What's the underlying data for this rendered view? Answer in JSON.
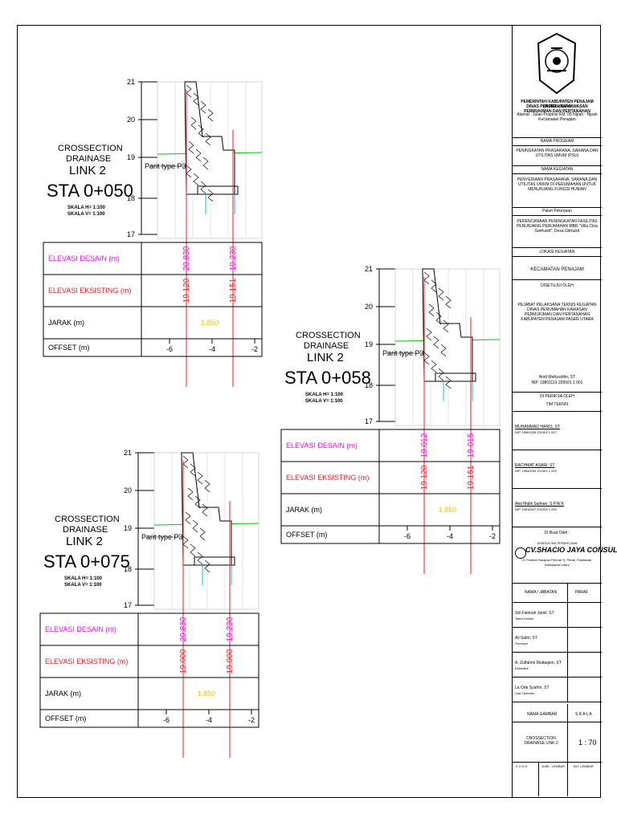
{
  "sections": [
    {
      "title1": "CROSSECTION",
      "title2": "DRAINASE",
      "link": "LINK 2",
      "sta": "STA 0+050",
      "skala_h": "SKALA H= 1:100",
      "skala_v": "SKALA V= 1:100",
      "part": "Parit type P3",
      "y_ticks": [
        "21",
        "20",
        "19",
        "18",
        "17"
      ],
      "desain": [
        "20.830",
        "19.230"
      ],
      "eksisting": [
        "19.120",
        "19.151"
      ],
      "jarak": "1.850",
      "offset_ticks": [
        "-6",
        "-4",
        "-2"
      ],
      "rows": {
        "desain": "ELEVASI DESAIN (m)",
        "eksisting": "ELEVASI EKSISTING (m)",
        "jarak": "JARAK (m)",
        "offset": "OFFSET (m)"
      }
    },
    {
      "title1": "CROSSECTION",
      "title2": "DRAINASE",
      "link": "LINK 2",
      "sta": "STA 0+058",
      "skala_h": "SKALA H= 1:100",
      "skala_v": "SKALA V= 1:100",
      "part": "Parit type P3",
      "y_ticks": [
        "21",
        "20",
        "19",
        "18",
        "17"
      ],
      "desain": [
        "19.012",
        "19.015"
      ],
      "eksisting": [
        "19.120",
        "19.151"
      ],
      "jarak": "1.850",
      "offset_ticks": [
        "-6",
        "-4",
        "-2"
      ],
      "rows": {
        "desain": "ELEVASI DESAIN (m)",
        "eksisting": "ELEVASI EKSISTING (m)",
        "jarak": "JARAK (m)",
        "offset": "OFFSET (m)"
      }
    },
    {
      "title1": "CROSSECTION",
      "title2": "DRAINASE",
      "link": "LINK 2",
      "sta": "STA 0+075",
      "skala_h": "SKALA H= 1:100",
      "skala_v": "SKALA V= 1:100",
      "part": "Parit type P3",
      "y_ticks": [
        "21",
        "20",
        "19",
        "18",
        "17"
      ],
      "desain": [
        "20.830",
        "19.230"
      ],
      "eksisting": [
        "19.000",
        "19.000"
      ],
      "jarak": "1.850",
      "offset_ticks": [
        "-6",
        "-4",
        "-2"
      ],
      "rows": {
        "desain": "ELEVASI DESAIN (m)",
        "eksisting": "ELEVASI EKSISTING (m)",
        "jarak": "JARAK (m)",
        "offset": "OFFSET (m)"
      }
    }
  ],
  "title_block": {
    "agency1": "PEMERINTAH KABUPATEN PENAJAM PASER UTARA",
    "agency2": "DINAS PERUMAHAN KAWASAN PERMUKIMAN DAN PERTANAHAN",
    "address": "Alamat : Jalan Propinsi KM. 09 Nipah - Nipah",
    "address2": "Kecamatan Penajam",
    "nama_program_h": "NAMA PROGRAM",
    "nama_program": "PENINGKATAN PRASARANA, SARANA DAN UTILITAS UMUM (PSU)",
    "nama_kegiatan_h": "NAMA KEGIATAN",
    "nama_kegiatan": "PENYEDIAAN PRASARANA, SARANA DAN UTILITAS UMUM DI PERUMAHAN UNTUK MENUNJANG FUNGSI HUNIAN",
    "paket_h": "Paket Pekerjaan",
    "paket": "PERENCANAAN PENINGKATAN FASILITAS PENUNJANG PERUMAHAN MBR \"Villa Citra Gelmukit\", Desa Gitmukit",
    "lokasi_h": "LOKASI KEGIATAN",
    "lokasi": "KECAMATAN PENAJAM",
    "disetujui_h": "DISETUJUI OLEH",
    "disetujui_role": "PEJABAT PELAKSANA TEKNIS KEGIATAN",
    "disetujui_org": "DINAS PERUMAHAN KAWASAN PERMUKIMAN DAN PERTANAHAN KABUPATEN PENAJAM PASER UTARA",
    "disetujui_name": "Andi Wahyuddin, ST",
    "disetujui_nip": "NIP. 19801119 200501 1 001",
    "diperiksa_h": "DI PERIKSA OLEH",
    "tim_h": "TIM TEKNIS",
    "tim": [
      {
        "name": "MUHAMMAD HARIS, ST",
        "nip": "NIP. 19891026 201903 1 007"
      },
      {
        "name": "RACHMAT ASARI, ST",
        "nip": "NIP. 19840206 201903 1 003"
      },
      {
        "name": "Abd Malik Salman, S.P.W.K",
        "nip": "NIP. 19910827 202203 1 003"
      }
    ],
    "dibuat_h": "Di Buat Oleh :",
    "konsultan_h": "KONSULTAN PERENCANA",
    "konsultan": "CV.SHACIO JAYA CONSULT",
    "konsultan_addr": "Jl. Pondok Harapan Permai Tj. Perak, Pontianak, Balikpapan Utara",
    "nama_jabatan_h": "NAMA / JABATAN",
    "paraf_h": "PARAF",
    "staff": [
      {
        "name": "Siti Fatimah Jamil, ST",
        "role": "Team Leader"
      },
      {
        "name": "Ali Sabri, ST",
        "role": "Surveyor"
      },
      {
        "name": "A. Zulfahmi Muttaqien, ST",
        "role": "Estimator"
      },
      {
        "name": "La Ode Syafrin, ST",
        "role": "Cad Operator"
      }
    ],
    "nama_gambar_h": "NAMA GAMBAR",
    "skala_h": "S K A L A",
    "nama_gambar": "CROSSECTION DRAINASE LINK 2",
    "skala": "1 : 70",
    "kode_h": "K O D E",
    "juml_h": "JUML. LEMBAR",
    "no_h": "NO. LEMBAR"
  },
  "colors": {
    "red": "#e8202a",
    "magenta": "#ff00ff",
    "green": "#00c800",
    "cyan": "#00c8c8",
    "yellow": "#ffee00"
  }
}
